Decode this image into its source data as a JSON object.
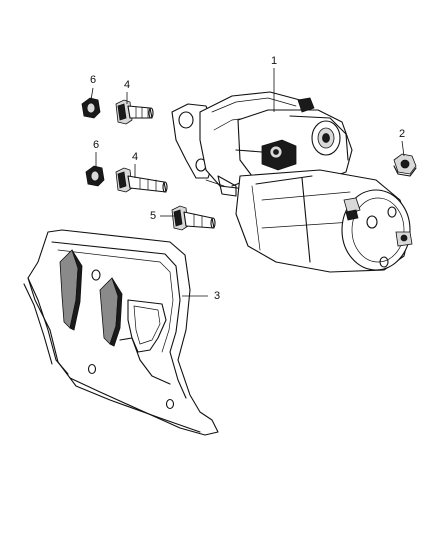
{
  "diagram": {
    "callouts": [
      {
        "id": "1",
        "text": "1"
      },
      {
        "id": "2",
        "text": "2"
      },
      {
        "id": "3",
        "text": "3"
      },
      {
        "id": "4a",
        "text": "4"
      },
      {
        "id": "4b",
        "text": "4"
      },
      {
        "id": "5",
        "text": "5"
      },
      {
        "id": "6a",
        "text": "6"
      },
      {
        "id": "6b",
        "text": "6"
      }
    ]
  }
}
